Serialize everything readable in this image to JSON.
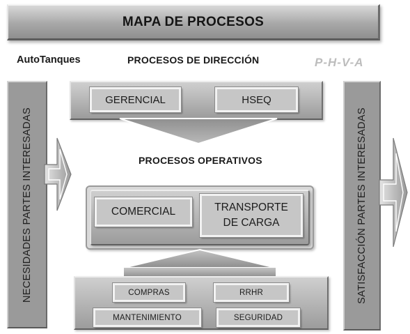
{
  "title": "MAPA DE PROCESOS",
  "company": "AutoTanques",
  "cycle": "P-H-V-A",
  "direction": {
    "label": "PROCESOS DE DIRECCIÓN",
    "boxes": [
      "GERENCIAL",
      "HSEQ"
    ]
  },
  "operational": {
    "label": "PROCESOS OPERATIVOS",
    "boxes": [
      "COMERCIAL",
      "TRANSPORTE DE CARGA"
    ],
    "transport_line1": "TRANSPORTE",
    "transport_line2": "DE CARGA"
  },
  "support": {
    "boxes": [
      "COMPRAS",
      "RRHR",
      "MANTENIMIENTO",
      "SEGURIDAD"
    ]
  },
  "left_column": "NECESIDADES PARTES INTERESADAS",
  "right_column": "SATISFACCIÓN PARTES INTERESADAS",
  "colors": {
    "block_fill": "#9c9c9c",
    "inner_box_fill": "#c6c6c6",
    "cycle_text": "#bdbdbd"
  }
}
